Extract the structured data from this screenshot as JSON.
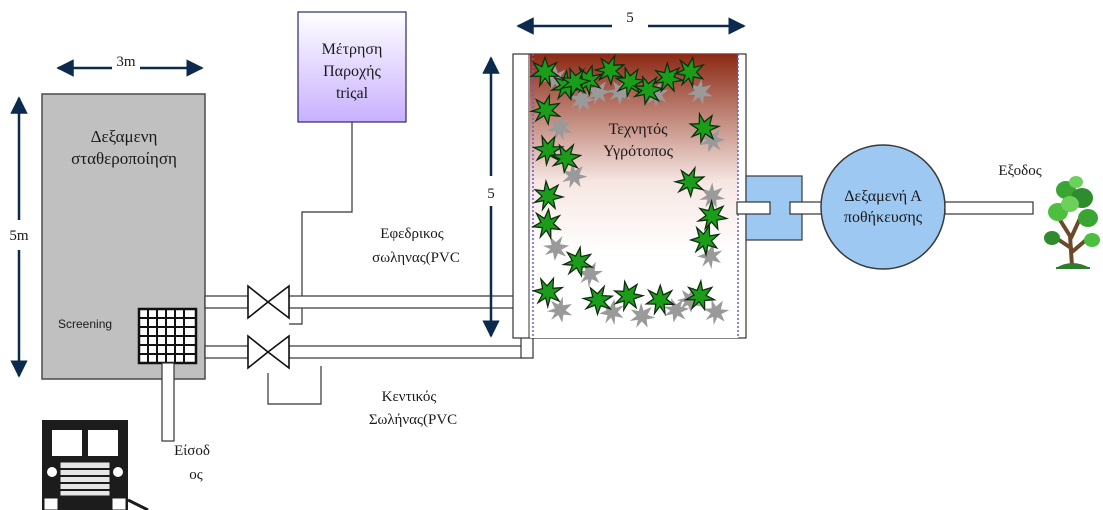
{
  "settling_tank": {
    "title_line1": "Δεξαμενη",
    "title_line2": "σταθεροποίηση",
    "width_label": "3m",
    "height_label": "5m",
    "screening_label": "Screening"
  },
  "flow_meter": {
    "line1": "Μέτρηση",
    "line2": "Παροχής",
    "line3": "triςal"
  },
  "wetland": {
    "title_line1": "Τεχνητός",
    "title_line2": "Υγρότοπος",
    "width_label": "5",
    "height_label": "5"
  },
  "storage_tank": {
    "line1": "Δεξαμενή Α",
    "line2": "ποθήκευσης"
  },
  "pipes": {
    "spare_line1": "Εφεδρικος",
    "spare_line2": "σωληνας(PVC",
    "main_line1": "Κεντικός",
    "main_line2": "Σωλήνας(PVC"
  },
  "inlet": {
    "line1": "Είσοδ",
    "line2": "ος"
  },
  "outlet": {
    "label": "Εξοδος"
  },
  "colors": {
    "tank_fill": "#c0c0c0",
    "meter_gradient_top": "#ffffff",
    "meter_gradient_bottom": "#c8b0ff",
    "wetland_top": "#8b2a14",
    "wetland_mid": "#ffffff",
    "storage_fill": "#9cc8f2",
    "plant_green": "#1a9e1a",
    "plant_gray": "#9a9a9a"
  }
}
